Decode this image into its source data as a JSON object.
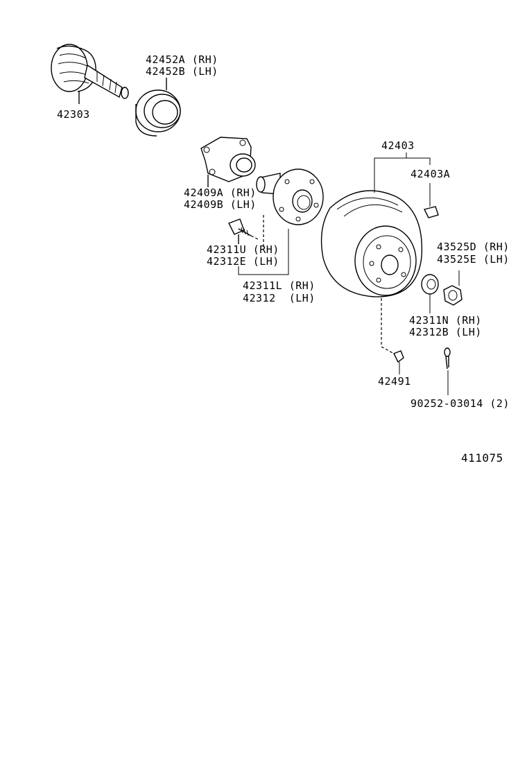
{
  "labels": {
    "cv_joint": "42303",
    "seal": [
      "42452A (RH)",
      "42452B (LH)"
    ],
    "carrier": [
      "42409A (RH)",
      "42409B (LH)"
    ],
    "hub_bolt": [
      "42311U (RH)",
      "42312E (LH)"
    ],
    "hub": [
      "42311L (RH)",
      "42312  (LH)"
    ],
    "drum": "42403",
    "drum_plug": "42403A",
    "nut": [
      "43525D (RH)",
      "43525E (LH)"
    ],
    "wheel_nut": [
      "42311N (RH)",
      "42312B (LH)"
    ],
    "plug": "42491",
    "cotter_pin": "90252-03014 (2)"
  },
  "figure_ref": "411075"
}
